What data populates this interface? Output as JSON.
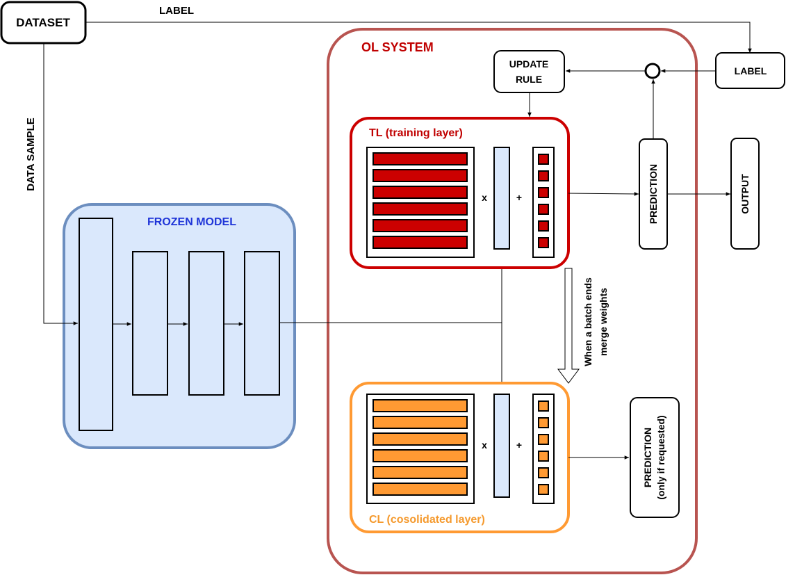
{
  "dataset": {
    "label": "DATASET"
  },
  "edges": {
    "label_top": "LABEL",
    "data_sample": "DATA SAMPLE",
    "merge_note_line1": "When a batch ends",
    "merge_note_line2": "merge weights"
  },
  "frozen_model": {
    "title": "FROZEN MODEL",
    "title_color": "#1f35d8",
    "fill": "#dae8fc",
    "border": "#6c8ebf"
  },
  "ol_system": {
    "title": "OL SYSTEM",
    "title_color": "#c00000",
    "border": "#b85450"
  },
  "update_rule": {
    "line1": "UPDATE",
    "line2": "RULE"
  },
  "label_box": {
    "label": "LABEL"
  },
  "training_layer": {
    "title": "TL (training layer)",
    "title_color": "#c00000",
    "color": "#cc0000",
    "mul_sign": "x",
    "add_sign": "+"
  },
  "consolidated_layer": {
    "title": "CL (cosolidated layer)",
    "title_color": "#f59a2e",
    "color": "#ff9a33",
    "mul_sign": "x",
    "add_sign": "+"
  },
  "prediction": {
    "label": "PREDICTION"
  },
  "output": {
    "label": "OUTPUT"
  },
  "prediction_cl": {
    "line1": "PREDICTION",
    "line2": "(only if requested)"
  }
}
